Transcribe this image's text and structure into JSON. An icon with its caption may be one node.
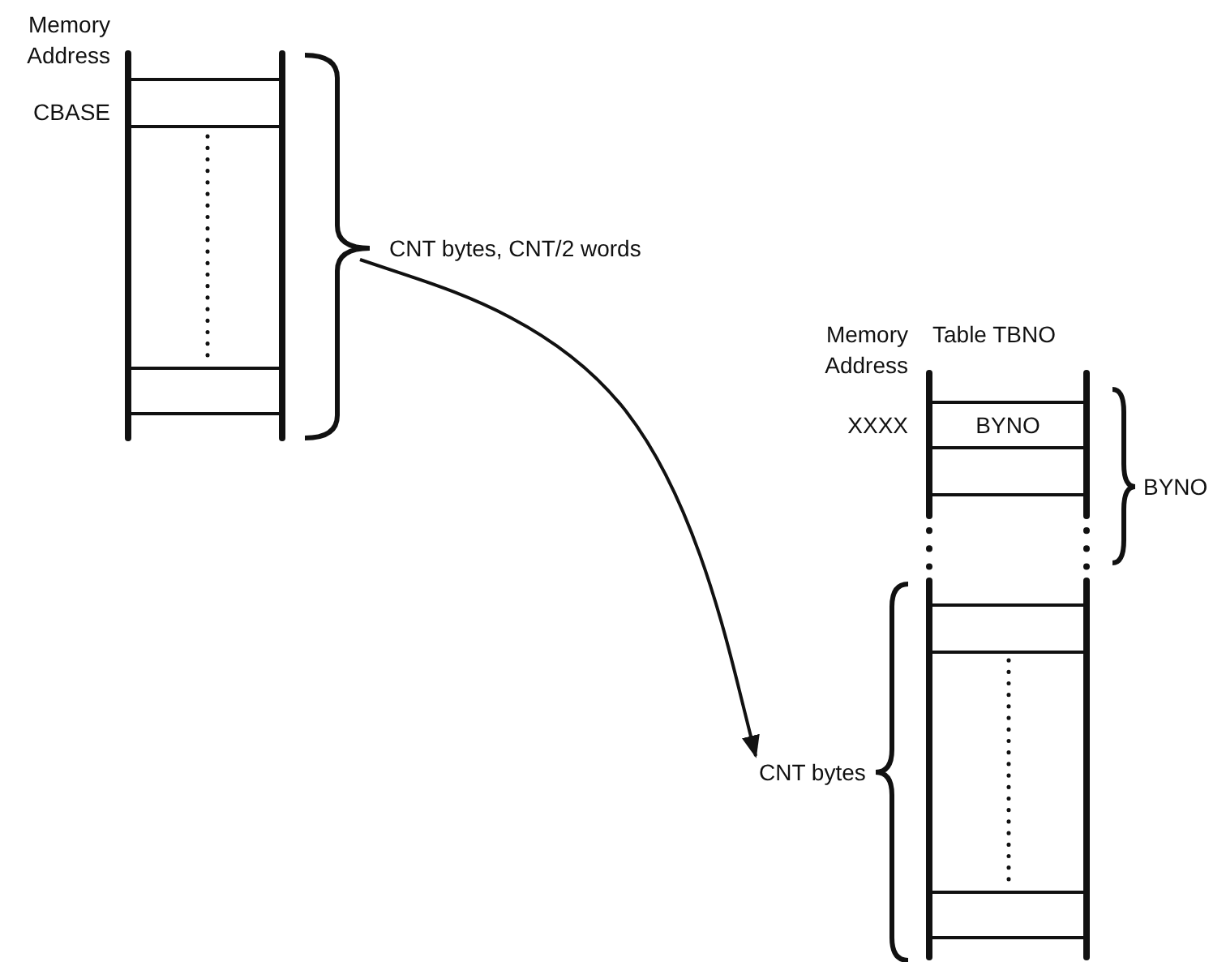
{
  "diagram": {
    "nodes": [
      {
        "text": [
          "CNT bytes, CNT/2 words"
        ]
      },
      {
        "text": [
          "BYNO"
        ]
      },
      {
        "text": [
          "CNT bytes"
        ]
      }
    ],
    "edges": [
      {
        "from": 0,
        "to": 2,
        "arrow": "to"
      }
    ],
    "labels": [
      "Memory Address",
      "CBASE",
      "Memory Address",
      "Table TBNO",
      "XXXX",
      "BYNO"
    ]
  }
}
